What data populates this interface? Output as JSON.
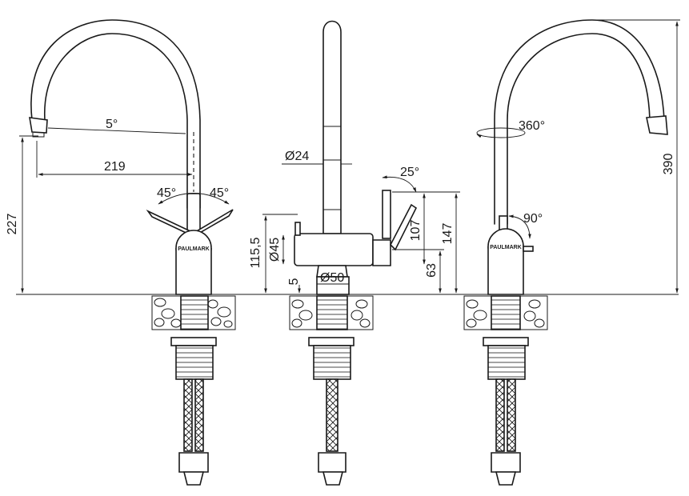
{
  "brand": "PAULMARK",
  "dimensions": {
    "left_view": {
      "spout_angle": "5°",
      "reach": "219",
      "lever_angle_left": "45°",
      "lever_angle_right": "45°",
      "height": "227"
    },
    "side_view": {
      "spout_diameter": "Ø24",
      "lever_tilt": "25°",
      "body_height": "115,5",
      "body_diameter": "Ø45",
      "base_gap": "5",
      "base_diameter": "Ø50",
      "lever_top": "107",
      "overall_side_height": "147",
      "lever_base": "63"
    },
    "right_view": {
      "swivel": "360°",
      "lever_rotation": "90°",
      "overall_height": "390"
    }
  }
}
